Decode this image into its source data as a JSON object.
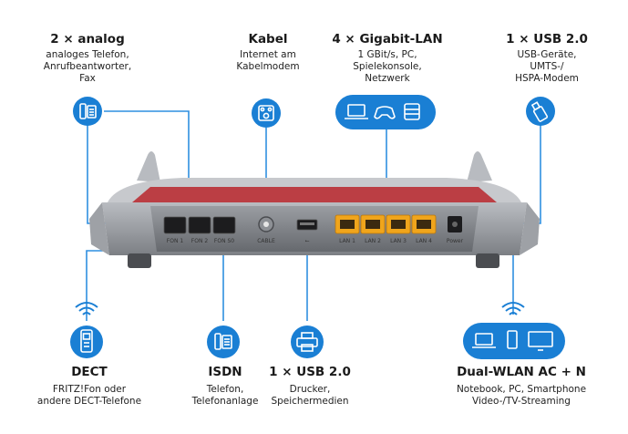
{
  "top": [
    {
      "id": "analog",
      "title": "2 × analog",
      "lines": [
        "analoges Telefon,",
        "Anrufbeantworter,",
        "Fax"
      ]
    },
    {
      "id": "kabel",
      "title": "Kabel",
      "lines": [
        "Internet am",
        "Kabelmodem"
      ]
    },
    {
      "id": "lan",
      "title": "4 × Gigabit-LAN",
      "lines": [
        "1 GBit/s, PC,",
        "Spielekonsole,",
        "Netzwerk"
      ]
    },
    {
      "id": "usb_top",
      "title": "1 × USB 2.0",
      "lines": [
        "USB-Geräte,",
        "UMTS-/",
        "HSPA-Modem"
      ]
    }
  ],
  "bottom": [
    {
      "id": "dect",
      "title": "DECT",
      "lines": [
        "FRITZ!Fon oder",
        "andere DECT-Telefone"
      ]
    },
    {
      "id": "isdn",
      "title": "ISDN",
      "lines": [
        "Telefon,",
        "Telefonanlage"
      ]
    },
    {
      "id": "usb_bottom",
      "title": "1 × USB 2.0",
      "lines": [
        "Drucker,",
        "Speichermedien"
      ]
    },
    {
      "id": "wlan",
      "title": "Dual-WLAN AC + N",
      "lines": [
        "Notebook, PC, Smartphone",
        "Video-/TV-Streaming"
      ]
    }
  ],
  "ports": {
    "fon1": "FON 1",
    "fon2": "FON 2",
    "fon_s0": "FON S0",
    "cable": "CABLE",
    "usb": "⭠",
    "lan1": "LAN 1",
    "lan2": "LAN 2",
    "lan3": "LAN 3",
    "lan4": "LAN 4",
    "power": "Power"
  },
  "colors": {
    "accent": "#1a7fd4",
    "line": "#2f8fe0",
    "lan_port": "#f0a51c",
    "router_body": "#8a8d92",
    "router_face": "#6e7177",
    "router_red": "#b8262b"
  },
  "icons": {
    "analog": "desk-phone-icon",
    "kabel": "coax-cable-icon",
    "lan": "laptop-gamepad-server-icon",
    "usb_top": "usb-stick-icon",
    "dect": "cordless-phone-wifi-icon",
    "isdn": "desk-phone-icon",
    "usb_bottom": "printer-icon",
    "wlan": "laptop-phone-monitor-wifi-icon"
  }
}
